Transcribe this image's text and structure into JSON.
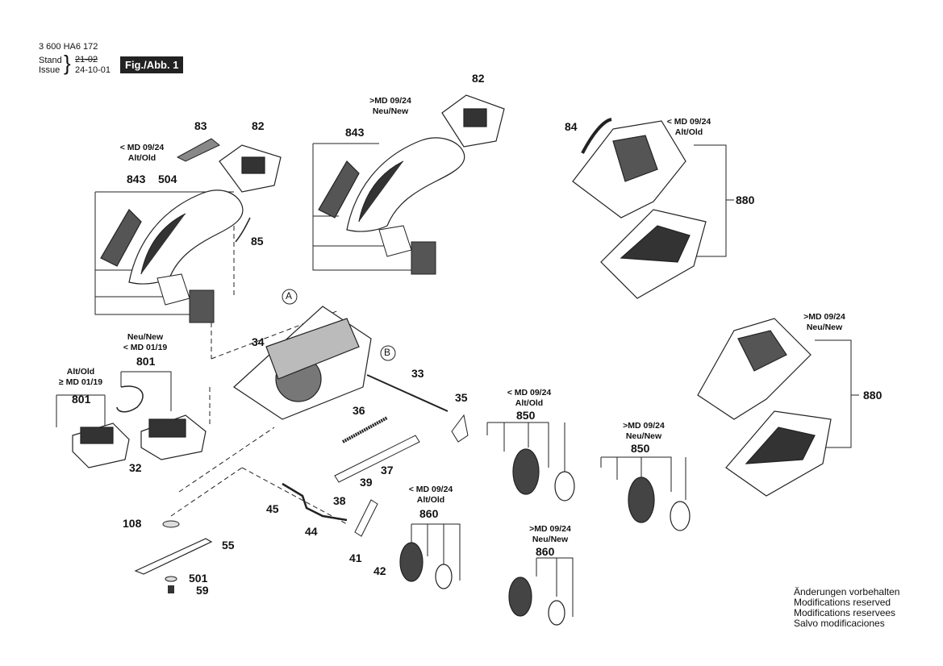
{
  "header": {
    "part_number": "3 600 HA6 172",
    "stand_label": "Stand",
    "stand_value": "21-02",
    "issue_label": "Issue",
    "issue_value": "24-10-01",
    "fig_label": "Fig./Abb. 1"
  },
  "notes": {
    "old_md0924": [
      "< MD 09/24",
      "Alt/Old"
    ],
    "new_md0924": [
      ">MD 09/24",
      "Neu/New"
    ],
    "new_md0119": [
      "Neu/New",
      "< MD 01/19"
    ],
    "old_md0119": [
      "Alt/Old",
      "≥ MD 01/19"
    ],
    "old_md0924_b": [
      "< MD 09/24",
      "Alt/Old"
    ],
    "new_md0924_b": [
      ">MD 09/24",
      "Neu/New"
    ]
  },
  "callouts": [
    "A",
    "B"
  ],
  "labels": {
    "p82a": "82",
    "p83": "83",
    "p843a": "843",
    "p504": "504",
    "p85": "85",
    "p82b": "82",
    "p843b": "843",
    "p84": "84",
    "p880a": "880",
    "p880b": "880",
    "p34": "34",
    "p801a": "801",
    "p801b": "801",
    "p32": "32",
    "p33": "33",
    "p35": "35",
    "p36": "36",
    "p37": "37",
    "p39": "39",
    "p38": "38",
    "p45": "45",
    "p44": "44",
    "p108": "108",
    "p55": "55",
    "p501": "501",
    "p59": "59",
    "p41": "41",
    "p42": "42",
    "p850a": "850",
    "p850b": "850",
    "p860a": "860",
    "p860b": "860"
  },
  "footer": {
    "lines": [
      "Änderungen vorbehalten",
      "Modifications reserved",
      "Modifications reservees",
      "Salvo modificaciones"
    ]
  }
}
